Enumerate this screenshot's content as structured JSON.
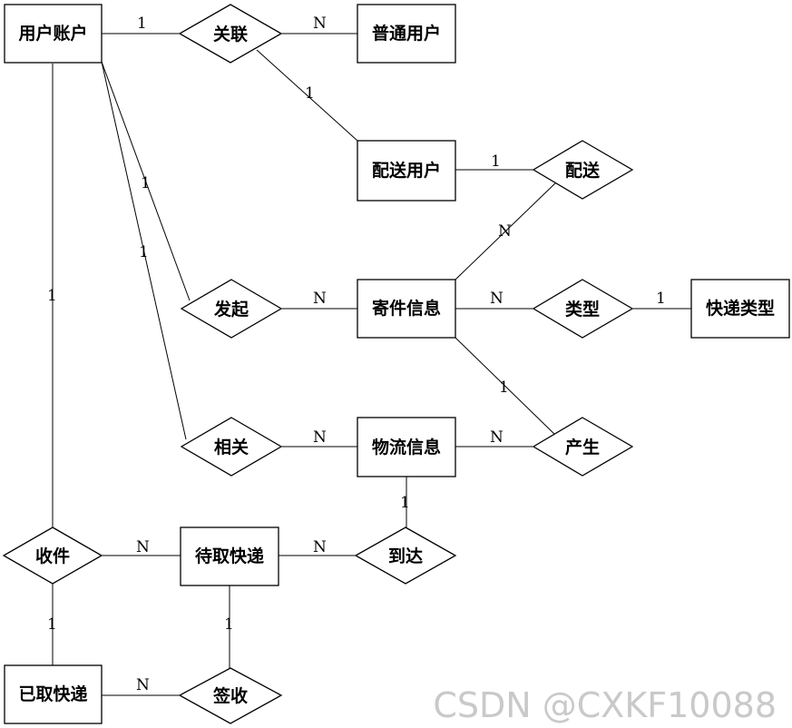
{
  "entities": {
    "user_account": "用户账户",
    "normal_user": "普通用户",
    "delivery_user": "配送用户",
    "mail_info": "寄件信息",
    "express_type": "快递类型",
    "logistics_info": "物流信息",
    "pending_express": "待取快递",
    "taken_express": "已取快递"
  },
  "relationships": {
    "associate": "关联",
    "deliver": "配送",
    "initiate": "发起",
    "type": "类型",
    "related": "相关",
    "produce": "产生",
    "arrive": "到达",
    "receive": "收件",
    "sign": "签收"
  },
  "cardinalities": {
    "ua_associate": "1",
    "associate_normal": "N",
    "associate_delivery": "1",
    "delivery_deliver": "1",
    "deliver_mail": "N",
    "ua_initiate": "1",
    "initiate_mail": "N",
    "mail_type": "N",
    "type_expresstype": "1",
    "ua_related": "1",
    "related_logistics": "N",
    "mail_produce": "1",
    "logistics_produce": "N",
    "logistics_arrive": "1",
    "arrive_pending": "N",
    "ua_receive": "1",
    "receive_pending": "N",
    "receive_taken": "1",
    "pending_sign": "1",
    "sign_taken": "N"
  },
  "watermark": "CSDN @CXKF10088"
}
